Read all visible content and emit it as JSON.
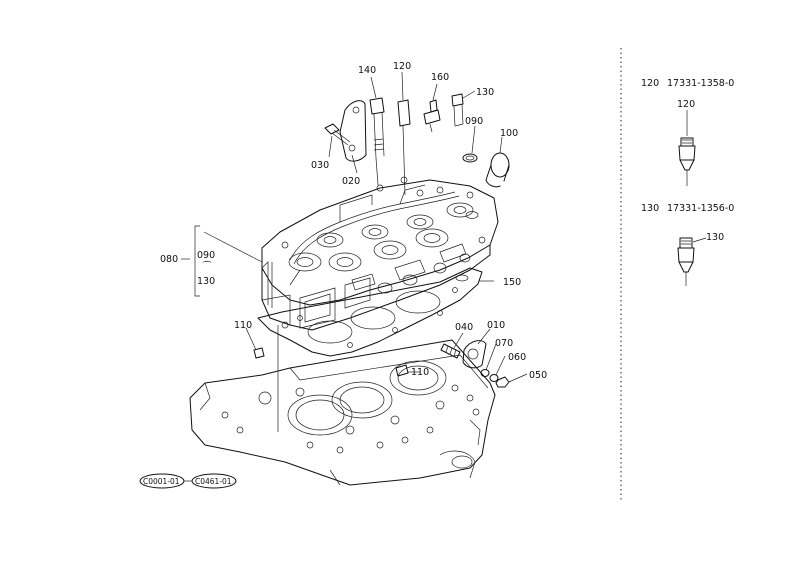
{
  "callouts": {
    "c140": "140",
    "c120": "120",
    "c160": "160",
    "c130": "130",
    "c090": "090",
    "c100": "100",
    "c030": "030",
    "c020": "020",
    "c080": "080",
    "c080_from": "090",
    "c080_sep": "⁀",
    "c080_to": "130",
    "c150": "150",
    "c110a": "110",
    "c110b": "110",
    "c040": "040",
    "c010": "010",
    "c070": "070",
    "c060": "060",
    "c050": "050"
  },
  "side_panel": {
    "row1": {
      "ref": "120",
      "part_no": "17331-1358-0",
      "callout": "120"
    },
    "row2": {
      "ref": "130",
      "part_no": "17331-1356-0",
      "callout": "130"
    }
  },
  "refs": {
    "left": "C0001-01",
    "right": "C0461-01"
  }
}
